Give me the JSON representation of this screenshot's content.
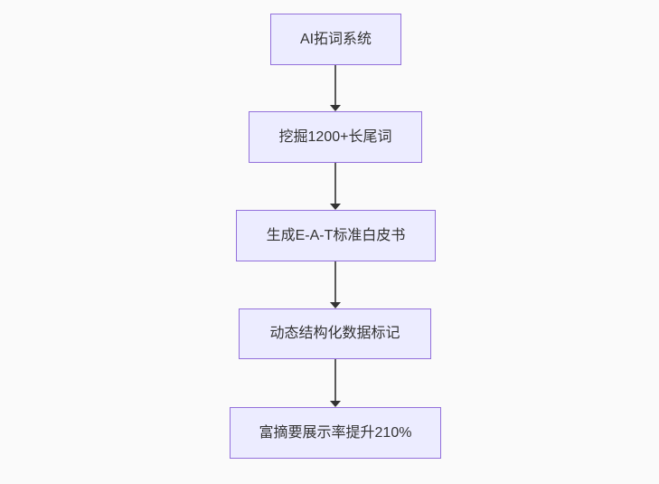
{
  "diagram": {
    "type": "flowchart",
    "direction": "top-down",
    "nodes": [
      {
        "id": "n1",
        "label": "AI拓词系统"
      },
      {
        "id": "n2",
        "label": "挖掘1200+长尾词"
      },
      {
        "id": "n3",
        "label": "生成E-A-T标准白皮书"
      },
      {
        "id": "n4",
        "label": "动态结构化数据标记"
      },
      {
        "id": "n5",
        "label": "富摘要展示率提升210%"
      }
    ],
    "edges": [
      {
        "from": "n1",
        "to": "n2"
      },
      {
        "from": "n2",
        "to": "n3"
      },
      {
        "from": "n3",
        "to": "n4"
      },
      {
        "from": "n4",
        "to": "n5"
      }
    ],
    "colors": {
      "background": "#fafafa",
      "node_fill": "#ececff",
      "node_border": "#9370db",
      "edge_line": "#5a5a5a",
      "arrowhead": "#333333",
      "text": "#333333"
    }
  }
}
